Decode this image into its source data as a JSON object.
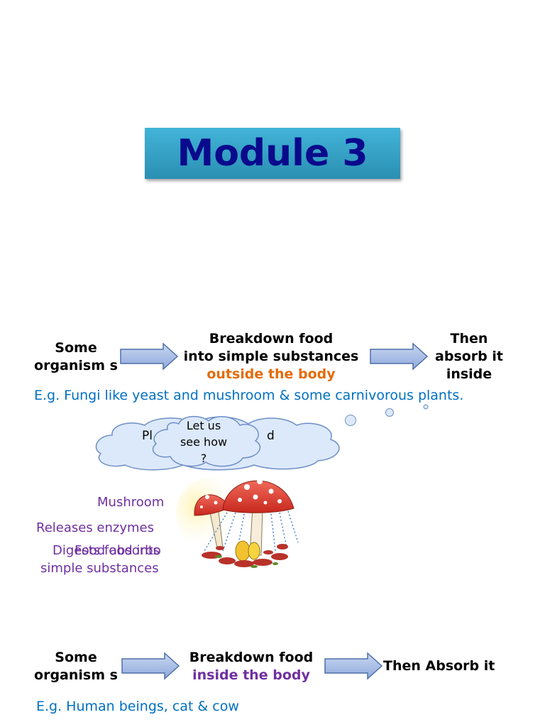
{
  "title": "Module 3",
  "row1": {
    "left": "Some organism s",
    "middle_line1": "Breakdown food",
    "middle_line2": "into simple substances",
    "middle_highlight": "outside the body",
    "right": "Then absorb it inside",
    "example": "E.g. Fungi like yeast and mushroom & some carnivorous plants."
  },
  "bubble": {
    "back_text_left": "Pl",
    "back_text_right": "d",
    "front_text": "Let us see how ?"
  },
  "labels": {
    "mushroom": "Mushroom",
    "enzymes": "Releases enzymes",
    "overlap_line": "Digests food into",
    "overlap_line_b": "Food absorbs",
    "simple": "simple substances"
  },
  "row2": {
    "left": "Some organism s",
    "middle_line1": "Breakdown food",
    "middle_highlight": "inside the body",
    "right": "Then Absorb it",
    "example": "E.g. Human beings, cat & cow"
  },
  "colors": {
    "title_bg": "#3aa8cc",
    "title_text": "#0a0a8c",
    "orange": "#e36c0a",
    "purple": "#7030a0",
    "blue": "#0070c0",
    "arrow_fill": "#a9c0e8",
    "arrow_stroke": "#4f6fa8",
    "cloud_fill": "#dce9fb",
    "cloud_stroke": "#6e8fc6"
  }
}
